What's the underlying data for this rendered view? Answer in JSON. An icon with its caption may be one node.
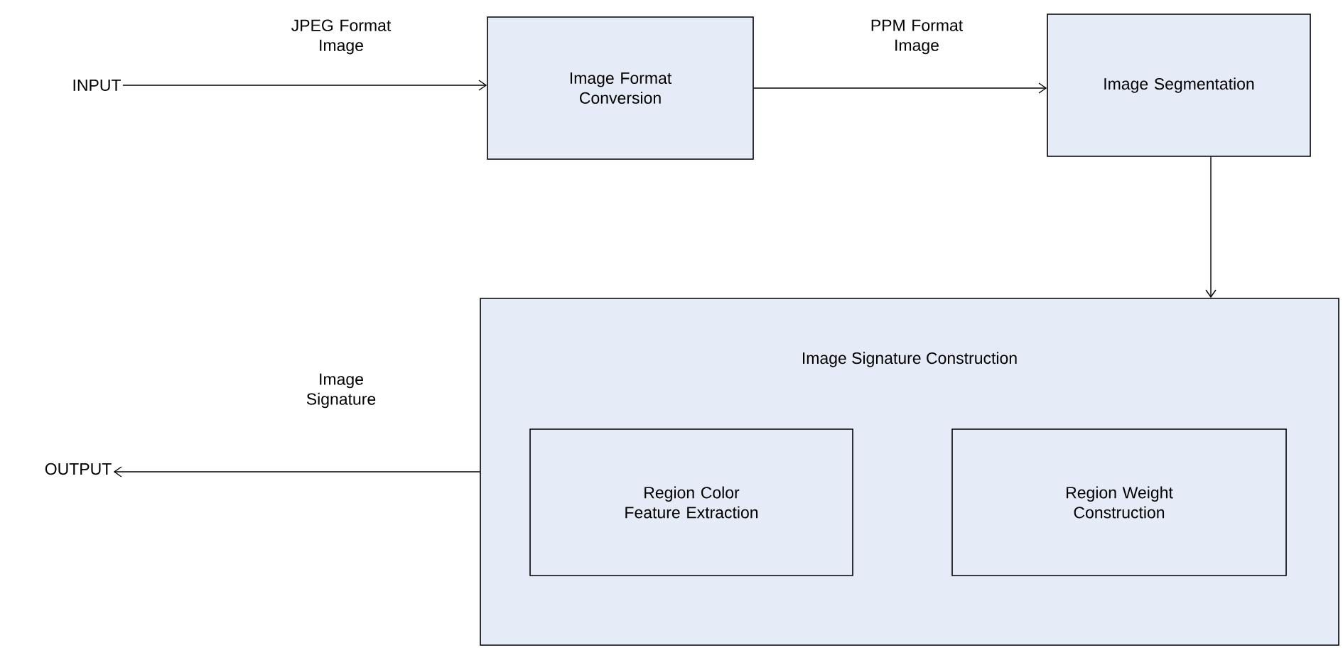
{
  "diagram": {
    "nodes": [
      {
        "text": [
          "INPUT"
        ]
      },
      {
        "text": [
          "Image Format Conversion"
        ]
      },
      {
        "text": [
          "Image Segmentation"
        ]
      },
      {
        "text": [
          "Image Signature Construction"
        ]
      },
      {
        "text": [
          "Region Color Feature Extraction"
        ],
        "in": 3
      },
      {
        "text": [
          "Region Weight Construction"
        ],
        "in": 3
      },
      {
        "text": [
          "OUTPUT"
        ]
      }
    ],
    "edges": [
      {
        "from": 0,
        "to": 1,
        "arrow": "to",
        "label": "JPEG Format Image"
      },
      {
        "from": 1,
        "to": 2,
        "arrow": "to",
        "label": "PPM Format Image"
      },
      {
        "from": 2,
        "to": 3,
        "arrow": "to"
      },
      {
        "from": 3,
        "to": 6,
        "arrow": "to",
        "label": "Image Signature"
      }
    ]
  }
}
